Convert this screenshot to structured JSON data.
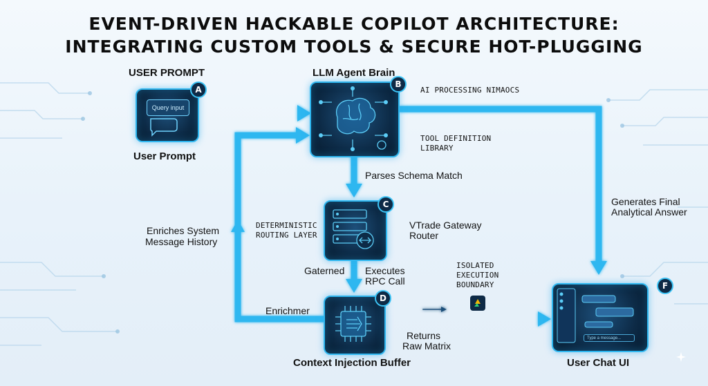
{
  "title": {
    "line1": "EVENT-DRIVEN HACKABLE COPILOT ARCHITECTURE:",
    "line2": "INTEGRATING CUSTOM TOOLS & SECURE HOT-PLUGGING"
  },
  "nodes": {
    "a": {
      "badge": "A",
      "heading": "USER PROMPT",
      "input_text": "Query input",
      "caption": "User Prompt",
      "icon": "chat-bubbles-icon"
    },
    "b": {
      "badge": "B",
      "heading": "LLM Agent Brain",
      "side_top": "AI PROCESSING NIMAOCS",
      "side_bottom_1": "TOOL DEFINITION",
      "side_bottom_2": "LIBRARY",
      "icon": "brain-circuit-icon"
    },
    "c": {
      "badge": "C",
      "left_1": "DETERMINISTIC",
      "left_2": "ROUTING LAYER",
      "right_1": "VTrade Gateway",
      "right_2": "Router",
      "icon": "server-rack-icon"
    },
    "d": {
      "badge": "D",
      "caption": "Context Injection Buffer",
      "icon": "chip-icon"
    },
    "f": {
      "badge": "F",
      "caption": "User Chat UI",
      "input_placeholder": "Type a message...",
      "icon": "chat-window-icon"
    }
  },
  "edge_labels": {
    "parses": "Parses Schema Match",
    "enriches_1": "Enriches System",
    "enriches_2": "Message History",
    "gaterned": "Gaterned",
    "executes_1": "Executes",
    "executes_2": "RPC Call",
    "enrichmer": "Enrichmer",
    "isolated_1": "ISOLATED",
    "isolated_2": "EXECUTION",
    "isolated_3": "BOUNDARY",
    "returns_1": "Returns",
    "returns_2": "Raw Matrix",
    "generates_1": "Generates Final",
    "generates_2": "Analytical Answer"
  },
  "colors": {
    "arrow": "#2fb7f0",
    "node_bg": "#0d2b47",
    "accent": "#3cc3f5"
  }
}
